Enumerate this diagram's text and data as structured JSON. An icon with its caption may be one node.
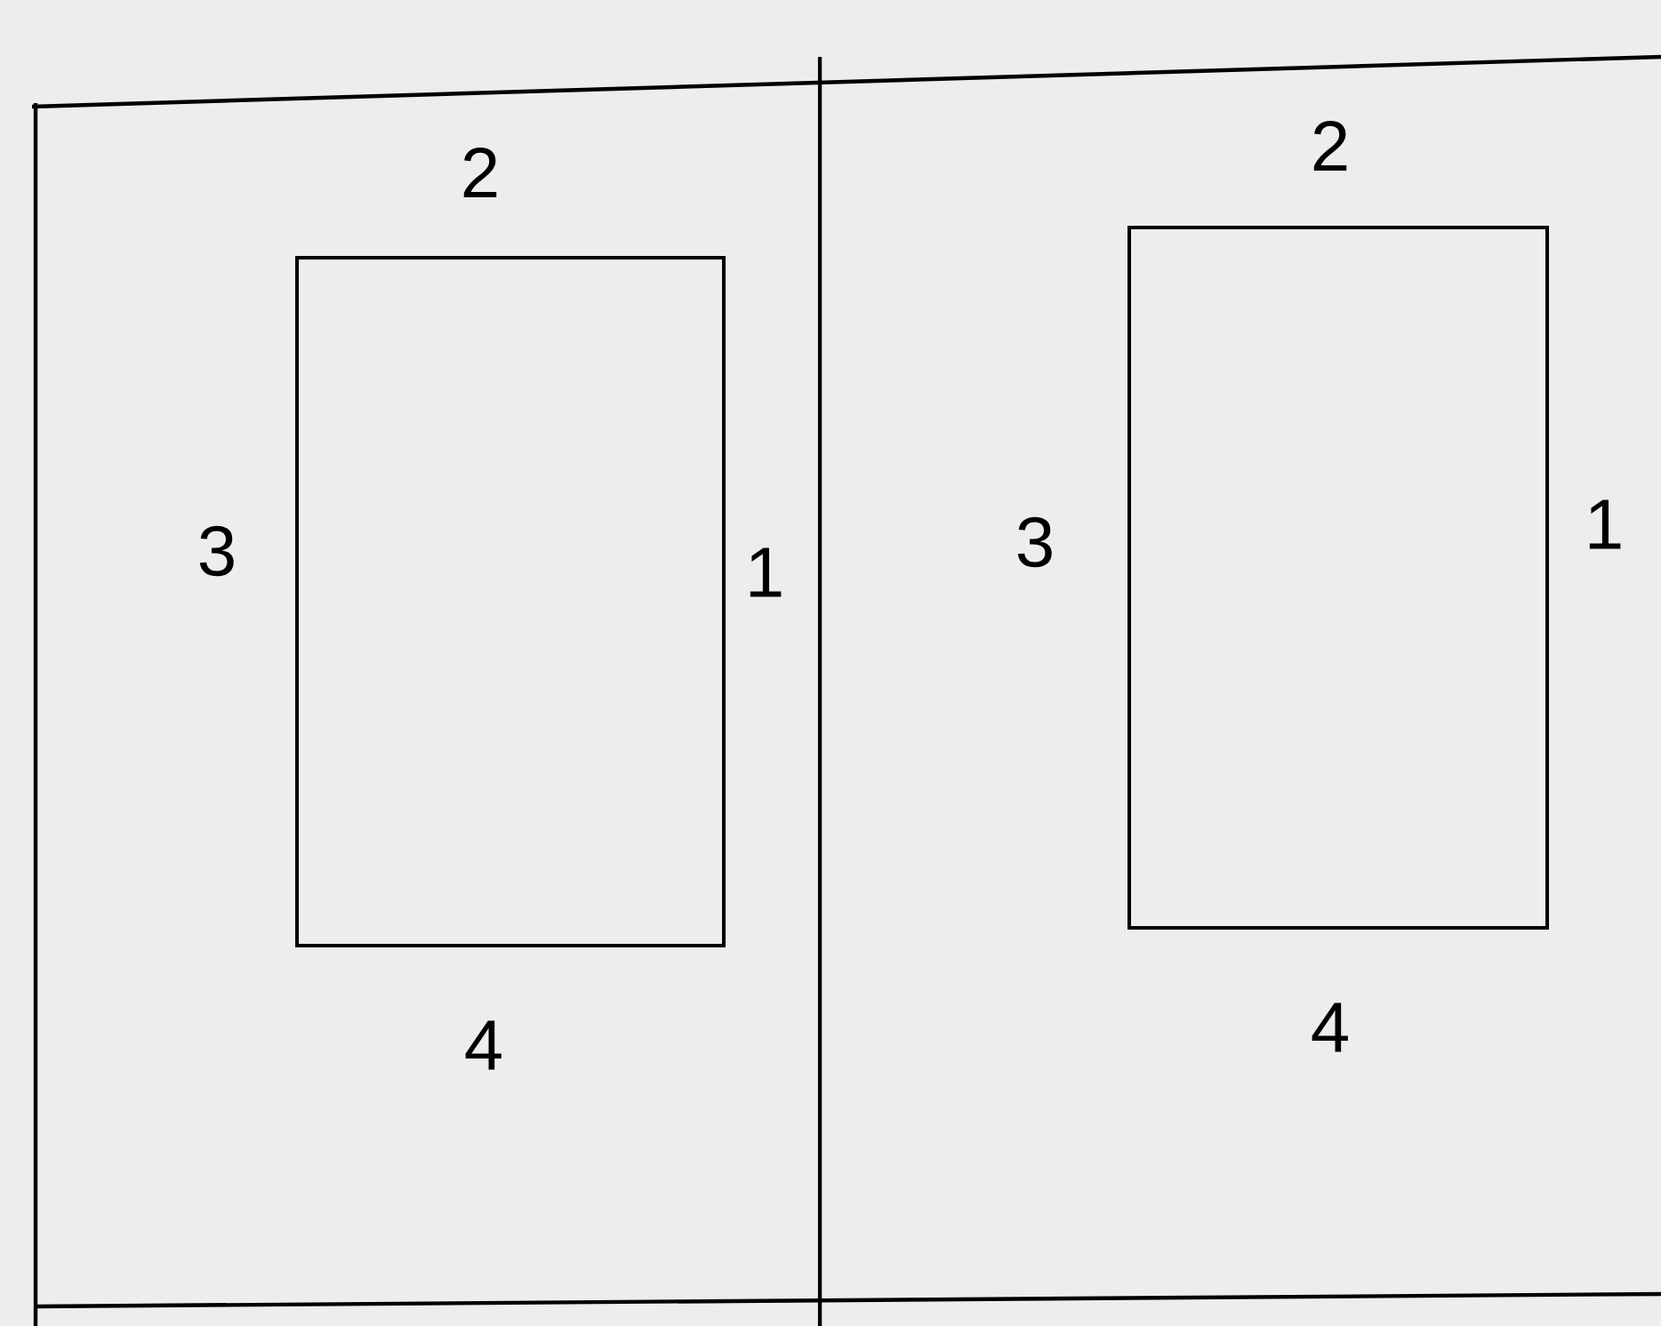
{
  "diagram": {
    "labels": [
      "2",
      "3",
      "1",
      "4",
      "2",
      "3",
      "1",
      "4"
    ]
  }
}
